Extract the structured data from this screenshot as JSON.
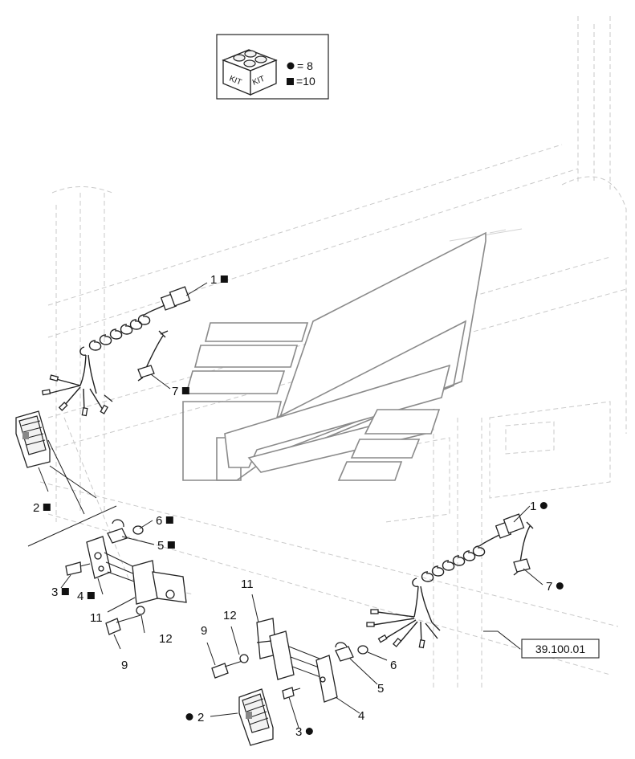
{
  "kit_box": {
    "kit_label_left": "KIT",
    "kit_label_right": "KIT",
    "circle_qty": "= 8",
    "square_qty": "=10"
  },
  "reference_box": {
    "label": "39.100.01"
  },
  "callouts": [
    {
      "id": "c1-sq",
      "num": "1",
      "mark": "square"
    },
    {
      "id": "c7-sq",
      "num": "7",
      "mark": "square"
    },
    {
      "id": "c2-sq",
      "num": "2",
      "mark": "square"
    },
    {
      "id": "c6-sq",
      "num": "6",
      "mark": "square"
    },
    {
      "id": "c5-sq",
      "num": "5",
      "mark": "square"
    },
    {
      "id": "c3-sq",
      "num": "3",
      "mark": "square"
    },
    {
      "id": "c4-sq",
      "num": "4",
      "mark": "square"
    },
    {
      "id": "c11-a",
      "num": "11",
      "mark": "none"
    },
    {
      "id": "c12-a",
      "num": "12",
      "mark": "none"
    },
    {
      "id": "c9-a",
      "num": "9",
      "mark": "none"
    },
    {
      "id": "c1-ci",
      "num": "1",
      "mark": "circle"
    },
    {
      "id": "c7-ci",
      "num": "7",
      "mark": "circle"
    },
    {
      "id": "c11-b",
      "num": "11",
      "mark": "none"
    },
    {
      "id": "c12-b",
      "num": "12",
      "mark": "none"
    },
    {
      "id": "c9-b",
      "num": "9",
      "mark": "none"
    },
    {
      "id": "c6-b",
      "num": "6",
      "mark": "none"
    },
    {
      "id": "c5-b",
      "num": "5",
      "mark": "none"
    },
    {
      "id": "c4-b",
      "num": "4",
      "mark": "none"
    },
    {
      "id": "c2-ci",
      "num": "2",
      "mark": "circle"
    },
    {
      "id": "c3-ci",
      "num": "3",
      "mark": "circle"
    }
  ]
}
